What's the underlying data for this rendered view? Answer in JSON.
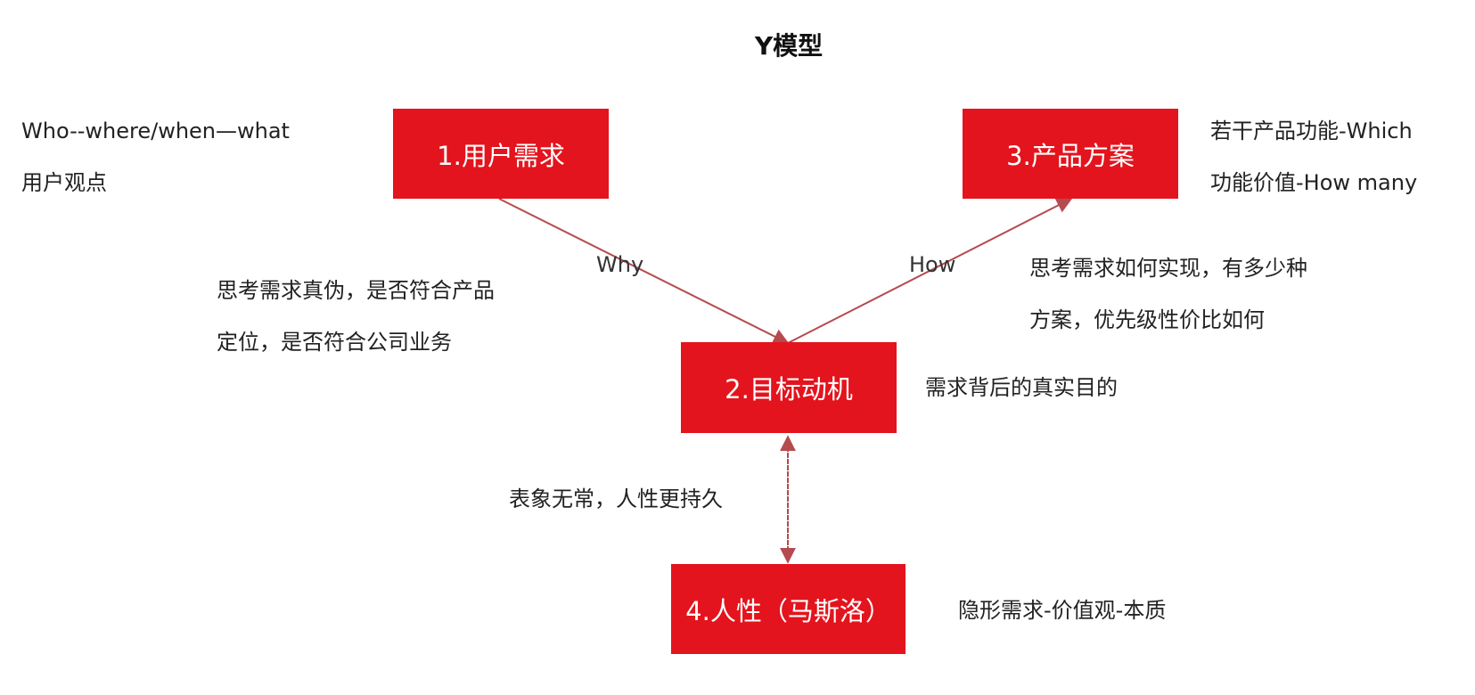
{
  "title": "Y模型",
  "boxes": {
    "user_need": "1.用户需求",
    "goal_motive": "2.目标动机",
    "product_plan": "3.产品方案",
    "human_nature": "4.人性（马斯洛）"
  },
  "edges": {
    "why": "Why",
    "how": "How"
  },
  "notes": {
    "left": [
      "Who--where/when—what",
      "用户观点"
    ],
    "right": [
      "若干产品功能-Which",
      "功能价值-How many"
    ],
    "why_desc": [
      "思考需求真伪，是否符合产品",
      "定位，是否符合公司业务"
    ],
    "how_desc": [
      "思考需求如何实现，有多少种",
      "方案，优先级性价比如何"
    ],
    "motive": "需求背后的真实目的",
    "human": "表象无常，人性更持久",
    "nature": "隐形需求-价值观-本质"
  },
  "colors": {
    "box_fill": "#e3141d",
    "arrow": "#b54a4f"
  }
}
